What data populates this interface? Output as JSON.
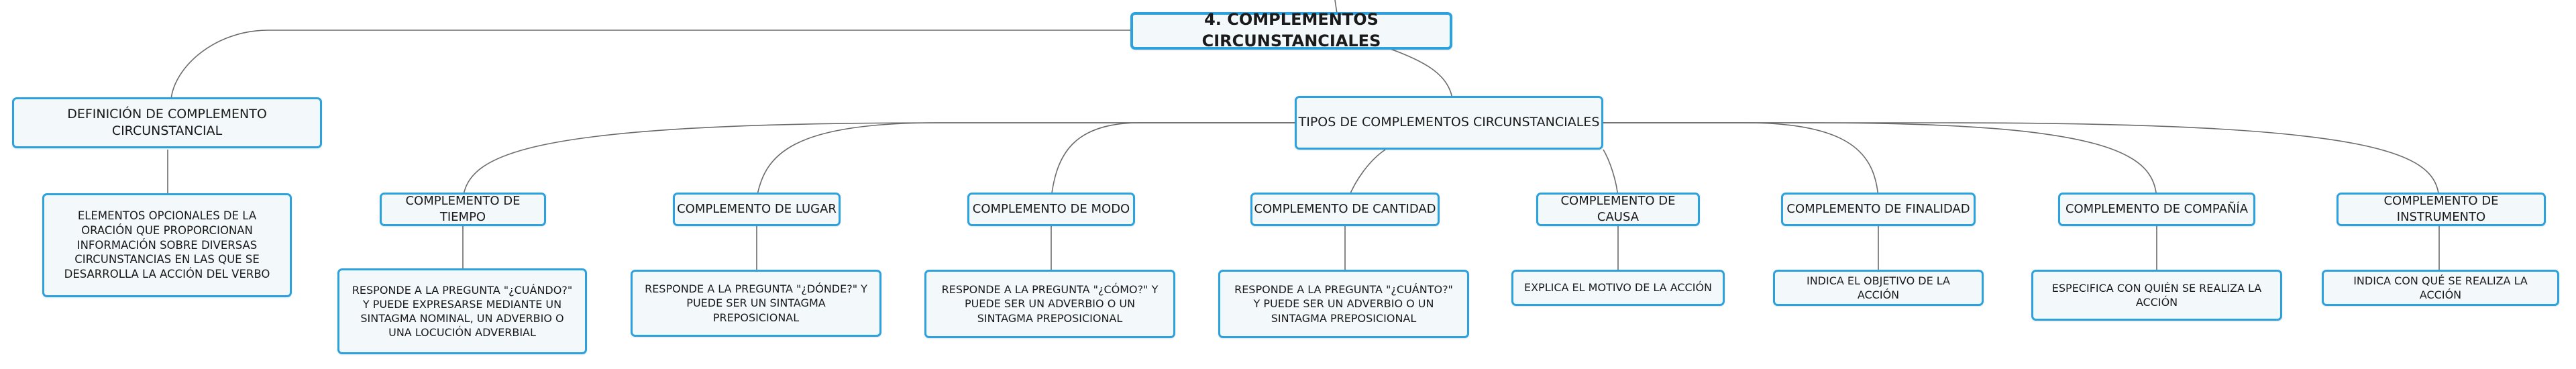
{
  "root": {
    "label": "4. COMPLEMENTOS CIRCUNSTANCIALES"
  },
  "definition": {
    "label": "DEFINICIÓN DE COMPLEMENTO CIRCUNSTANCIAL",
    "detail": "ELEMENTOS OPCIONALES DE LA ORACIÓN QUE PROPORCIONAN INFORMACIÓN SOBRE DIVERSAS CIRCUNSTANCIAS EN LAS QUE SE DESARROLLA LA ACCIÓN DEL VERBO"
  },
  "types": {
    "label": "TIPOS DE COMPLEMENTOS CIRCUNSTANCIALES",
    "items": [
      {
        "label": "COMPLEMENTO DE TIEMPO",
        "detail": "RESPONDE A LA PREGUNTA \"¿CUÁNDO?\" Y PUEDE EXPRESARSE MEDIANTE UN SINTAGMA NOMINAL, UN ADVERBIO O UNA LOCUCIÓN ADVERBIAL"
      },
      {
        "label": "COMPLEMENTO DE LUGAR",
        "detail": "RESPONDE A LA PREGUNTA \"¿DÓNDE?\" Y PUEDE SER UN SINTAGMA PREPOSICIONAL"
      },
      {
        "label": "COMPLEMENTO DE MODO",
        "detail": "RESPONDE A LA PREGUNTA \"¿CÓMO?\" Y PUEDE SER UN ADVERBIO O UN SINTAGMA PREPOSICIONAL"
      },
      {
        "label": "COMPLEMENTO DE CANTIDAD",
        "detail": "RESPONDE A LA PREGUNTA \"¿CUÁNTO?\" Y PUEDE SER UN ADVERBIO O UN SINTAGMA PREPOSICIONAL"
      },
      {
        "label": "COMPLEMENTO DE CAUSA",
        "detail": "EXPLICA EL MOTIVO DE LA ACCIÓN"
      },
      {
        "label": "COMPLEMENTO DE FINALIDAD",
        "detail": "INDICA EL OBJETIVO DE LA ACCIÓN"
      },
      {
        "label": "COMPLEMENTO DE COMPAÑÍA",
        "detail": "ESPECIFICA CON QUIÉN SE REALIZA LA ACCIÓN"
      },
      {
        "label": "COMPLEMENTO DE INSTRUMENTO",
        "detail": "INDICA CON QUÉ SE REALIZA LA ACCIÓN"
      }
    ]
  }
}
